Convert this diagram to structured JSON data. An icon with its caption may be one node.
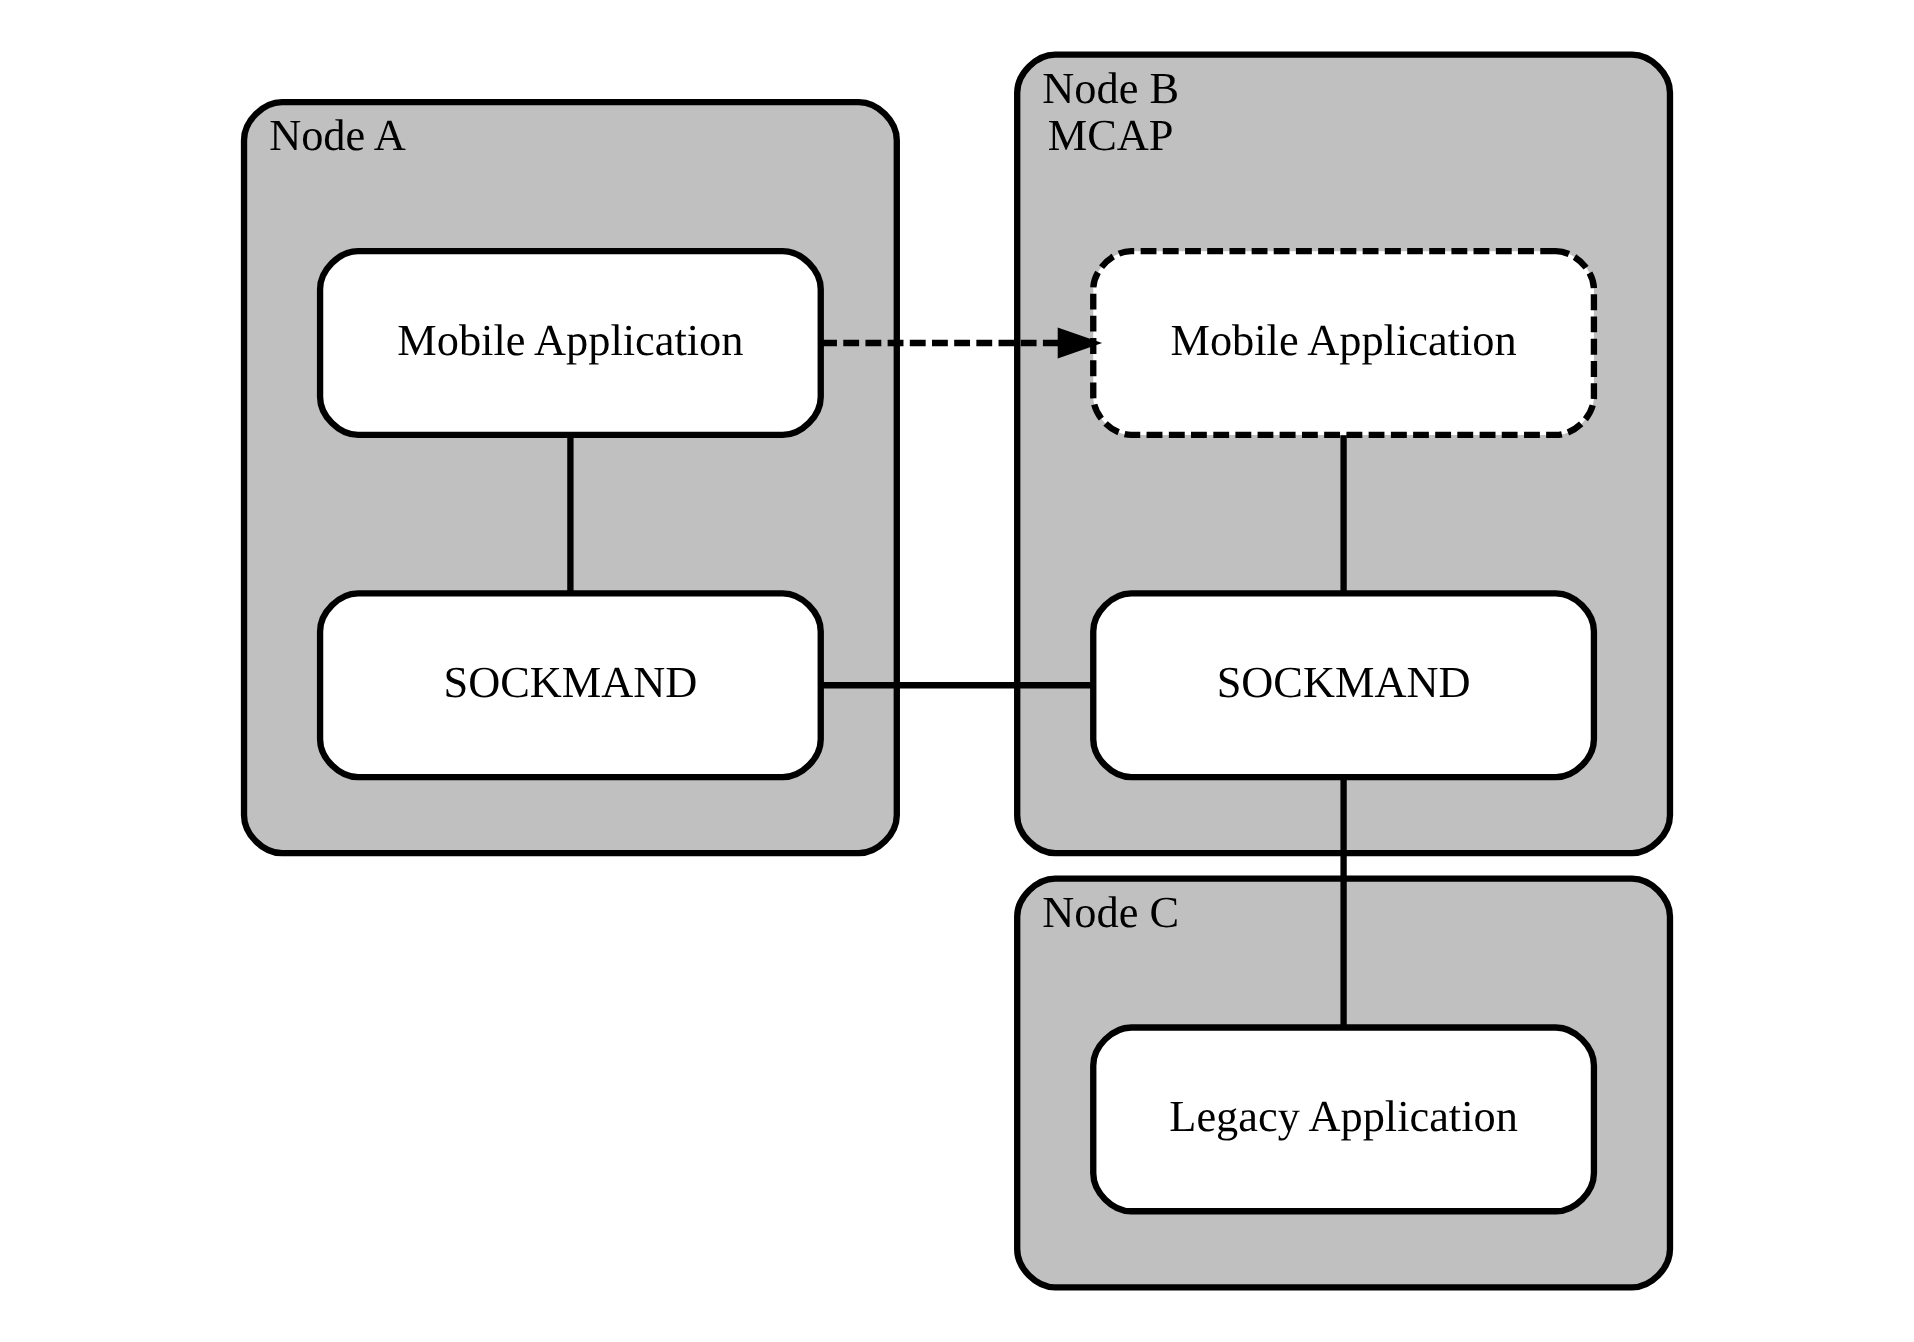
{
  "diagram": {
    "nodes": [
      {
        "text": [
          "Node A"
        ]
      },
      {
        "text": [
          "Mobile Application"
        ],
        "in": 0
      },
      {
        "text": [
          "SOCKMAND"
        ],
        "in": 0
      },
      {
        "text": [
          "Node B",
          "MCAP"
        ]
      },
      {
        "text": [
          "Mobile Application"
        ],
        "in": 3
      },
      {
        "text": [
          "SOCKMAND"
        ],
        "in": 3
      },
      {
        "text": [
          "Node C"
        ]
      },
      {
        "text": [
          "Legacy Application"
        ],
        "in": 6
      }
    ],
    "edges": [
      {
        "from": 1,
        "to": 2,
        "arrow": "none"
      },
      {
        "from": 1,
        "to": 4,
        "arrow": "to",
        "style": "dashed"
      },
      {
        "from": 2,
        "to": 5,
        "arrow": "none"
      },
      {
        "from": 4,
        "to": 5,
        "arrow": "none"
      },
      {
        "from": 5,
        "to": 7,
        "arrow": "none"
      }
    ]
  }
}
